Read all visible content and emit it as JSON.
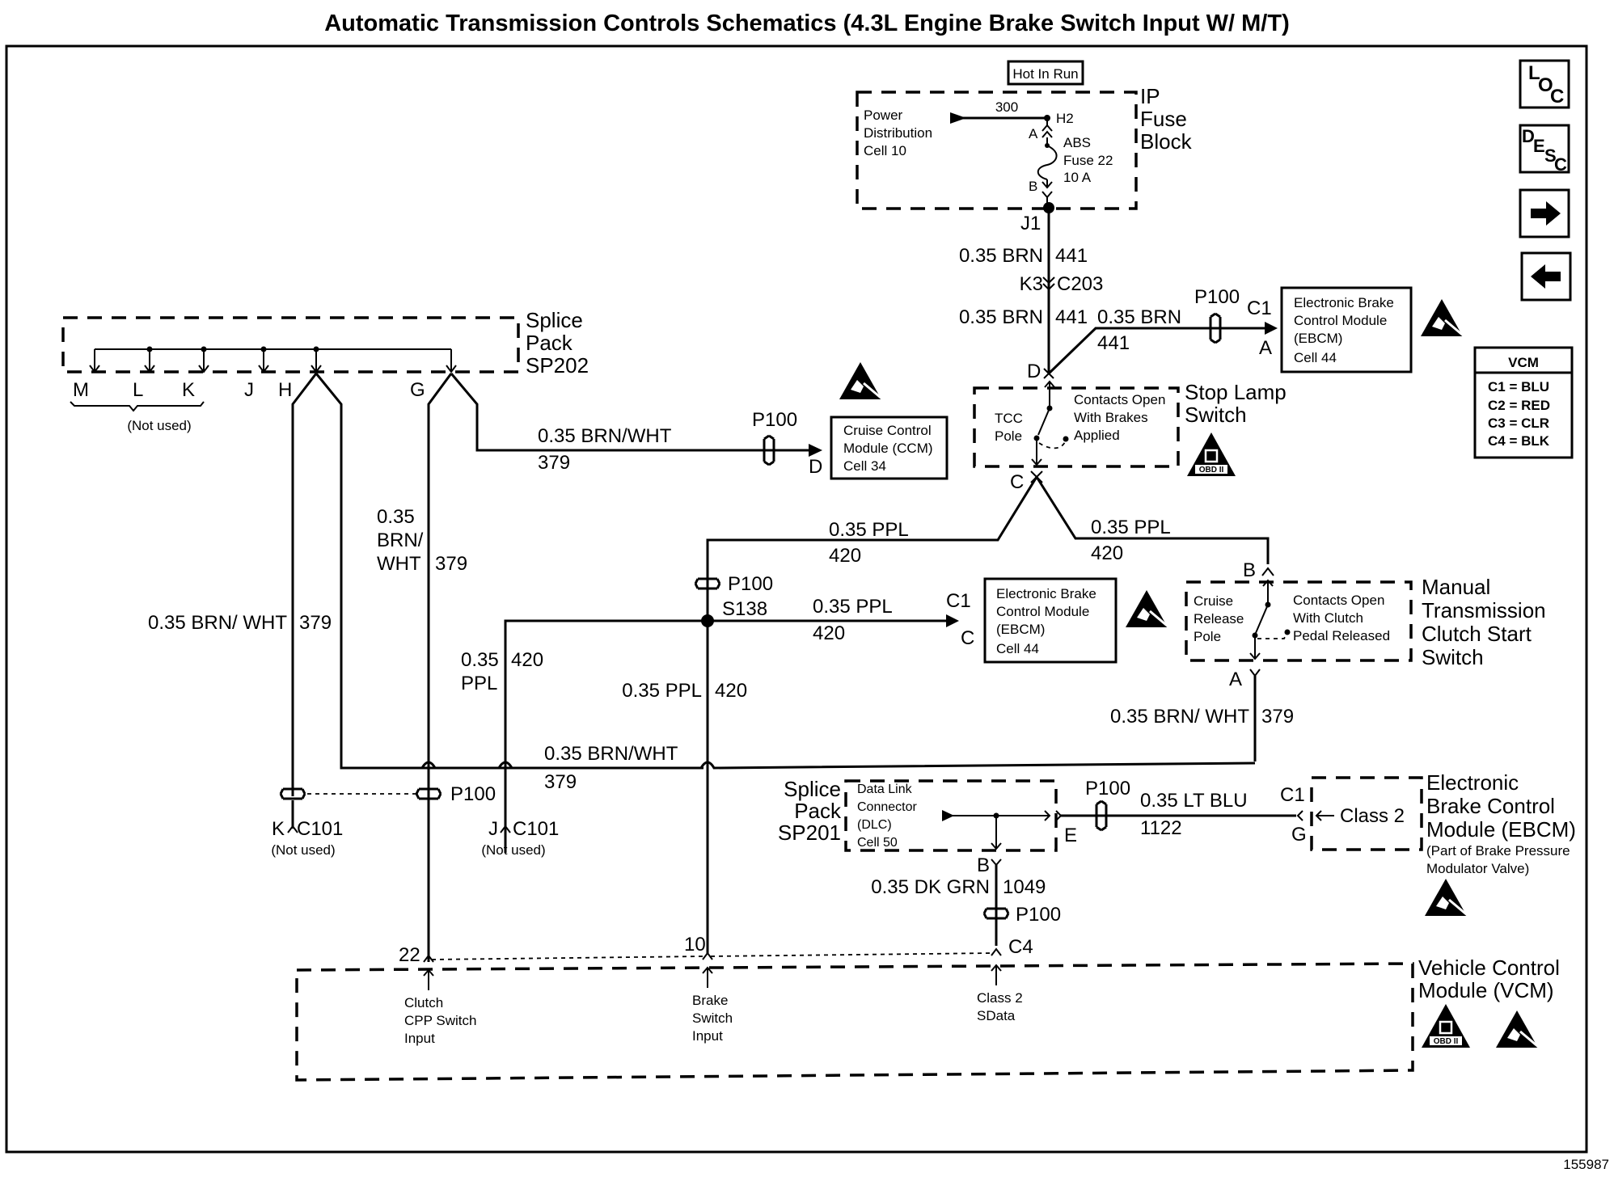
{
  "title": "Automatic Transmission Controls Schematics (4.3L Engine Brake Switch Input W/ M/T)",
  "figure_id": "155987",
  "nav": {
    "loc": {
      "l1": "L",
      "l2": "O",
      "l3": "C"
    },
    "desc": {
      "l1": "D",
      "l2": "E",
      "l3": "S",
      "l4": "C"
    },
    "next_icon": "right-arrow-icon",
    "prev_icon": "left-arrow-icon"
  },
  "hot_in_run": "Hot In Run",
  "ip_fuse_block": {
    "name": [
      "IP",
      "Fuse",
      "Block"
    ],
    "power_dist": [
      "Power",
      "Distribution",
      "Cell 10"
    ],
    "circuit": "300",
    "h2": "H2",
    "pin_a": "A",
    "pin_b": "B",
    "fuse": [
      "ABS",
      "Fuse 22",
      "10 A"
    ],
    "j1": "J1"
  },
  "wires": {
    "w441a": {
      "gauge": "0.35 BRN",
      "circuit": "441"
    },
    "c203": {
      "pin": "K3",
      "connector": "C203"
    },
    "w441b": {
      "gauge": "0.35 BRN",
      "circuit": "441"
    },
    "w441c": {
      "gauge": "0.35 BRN",
      "circuit": "441"
    },
    "w379_ccm": {
      "gauge": "0.35 BRN/WHT",
      "circuit": "379"
    },
    "w379_g": {
      "l1": "0.35",
      "l2": "BRN/",
      "l3": "WHT",
      "circuit": "379"
    },
    "w379_h": {
      "gauge": "0.35 BRN/ WHT",
      "circuit": "379"
    },
    "w420_left": {
      "gauge": "0.35 PPL",
      "circuit": "420"
    },
    "w420_right": {
      "gauge": "0.35 PPL",
      "circuit": "420"
    },
    "w420_ebcm": {
      "gauge": "0.35 PPL",
      "circuit": "420"
    },
    "w420_branch": {
      "l1": "0.35",
      "l2": "PPL",
      "circuit": "420"
    },
    "w420_vert": {
      "gauge": "0.35 PPL",
      "circuit": "420"
    },
    "w379_bottom": {
      "gauge": "0.35 BRN/WHT",
      "circuit": "379"
    },
    "w379_clutch": {
      "gauge": "0.35 BRN/ WHT",
      "circuit": "379"
    },
    "w1122": {
      "gauge": "0.35 LT BLU",
      "circuit": "1122"
    },
    "w1049": {
      "gauge": "0.35 DK GRN",
      "circuit": "1049"
    }
  },
  "connectors": {
    "p100": "P100",
    "s138": "S138",
    "c1": "C1",
    "pin_a": "A",
    "pin_c": "C",
    "pin_d": "D",
    "pin_e": "E",
    "pin_g": "G",
    "pin_b": "B",
    "c4": "C4",
    "c101_k": {
      "pin": "K",
      "conn": "C101",
      "note": "(Not used)"
    },
    "c101_j": {
      "pin": "J",
      "conn": "C101",
      "note": "(Not used)"
    }
  },
  "splice_pack_sp202": {
    "name": [
      "Splice",
      "Pack",
      "SP202"
    ],
    "pins": [
      "M",
      "L",
      "K",
      "J",
      "H",
      "G"
    ],
    "not_used": "(Not used)"
  },
  "ebcm_top": {
    "lines": [
      "Electronic Brake",
      "Control Module",
      "(EBCM)",
      "Cell 44"
    ]
  },
  "ebcm_mid": {
    "lines": [
      "Electronic Brake",
      "Control Module",
      "(EBCM)",
      "Cell 44"
    ]
  },
  "ccm": {
    "lines": [
      "Cruise Control",
      "Module (CCM)",
      "Cell 34"
    ]
  },
  "vcm_legend": {
    "title": "VCM",
    "rows": [
      "C1 = BLU",
      "C2 = RED",
      "C3 = CLR",
      "C4 = BLK"
    ]
  },
  "stop_lamp_switch": {
    "name": [
      "Stop Lamp",
      "Switch"
    ],
    "pole": [
      "TCC",
      "Pole"
    ],
    "note": [
      "Contacts Open",
      "With Brakes",
      "Applied"
    ]
  },
  "clutch_switch": {
    "name": [
      "Manual",
      "Transmission",
      "Clutch Start",
      "Switch"
    ],
    "pole": [
      "Cruise",
      "Release",
      "Pole"
    ],
    "note": [
      "Contacts Open",
      "With Clutch",
      "Pedal Released"
    ]
  },
  "splice_pack_sp201": {
    "name": [
      "Splice",
      "Pack",
      "SP201"
    ],
    "dlc": [
      "Data Link",
      "Connector",
      "(DLC)",
      "Cell 50"
    ]
  },
  "ebcm_class2": {
    "label": "Class 2",
    "name": [
      "Electronic",
      "Brake Control",
      "Module (EBCM)"
    ],
    "note": [
      "(Part of Brake Pressure",
      "Modulator Valve)"
    ]
  },
  "vcm": {
    "name": [
      "Vehicle Control",
      "Module (VCM)"
    ],
    "pins": [
      "22",
      "10",
      "C4"
    ],
    "inputs": [
      [
        "Clutch",
        "CPP Switch",
        "Input"
      ],
      [
        "Brake",
        "Switch",
        "Input"
      ],
      [
        "Class 2",
        "SData"
      ]
    ]
  },
  "obd_label": "OBD II",
  "obd_numeral": "II"
}
